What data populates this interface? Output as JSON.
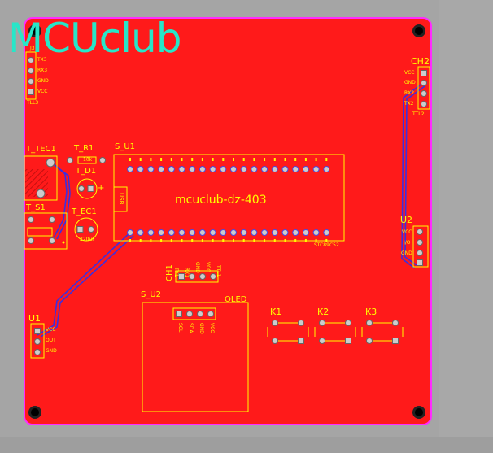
{
  "logo": "MCUclub",
  "colors": {
    "board": "#ff1a1a",
    "outline": "#ff2bff",
    "silkscreen": "#ffff00",
    "logo": "#27e6c8",
    "trace": "#3b2fe0",
    "background": "#a5a5a5"
  },
  "components": {
    "top_left_connector": {
      "label": "J3",
      "pins": [
        "TX3",
        "RX3",
        "GND",
        "VCC"
      ],
      "footer": "TLL3"
    },
    "ch2_connector": {
      "label": "CH2",
      "pins": [
        "VCC",
        "GND",
        "RX2",
        "TX2"
      ],
      "footer": "TTL2"
    },
    "t_tec1": {
      "label": "T_TEC1"
    },
    "t_r1": {
      "label": "T_R1",
      "value": "10k"
    },
    "t_d1": {
      "label": "T_D1",
      "plus": "+"
    },
    "t_ec1": {
      "label": "T_EC1",
      "value": "220uF"
    },
    "t_s1": {
      "label": "T_S1"
    },
    "s_u1": {
      "label": "S_U1",
      "name": "mcuclub-dz-403",
      "usb": "USB",
      "ref": "STC89C52"
    },
    "ch1_connector": {
      "label": "CH1",
      "pins": [
        "TX1",
        "RX1",
        "GND",
        "VCC"
      ],
      "footer": "TTL1"
    },
    "u2": {
      "label": "U2",
      "pins": [
        "VCC",
        "I/O",
        "GND"
      ]
    },
    "u1": {
      "label": "U1",
      "pins": [
        "VCC",
        "OUT",
        "GND"
      ]
    },
    "s_u2": {
      "label": "S_U2",
      "title": "OLED",
      "pins": [
        "SCL",
        "SDA",
        "GND",
        "VCC"
      ]
    },
    "keys": [
      "K1",
      "K2",
      "K3"
    ]
  }
}
